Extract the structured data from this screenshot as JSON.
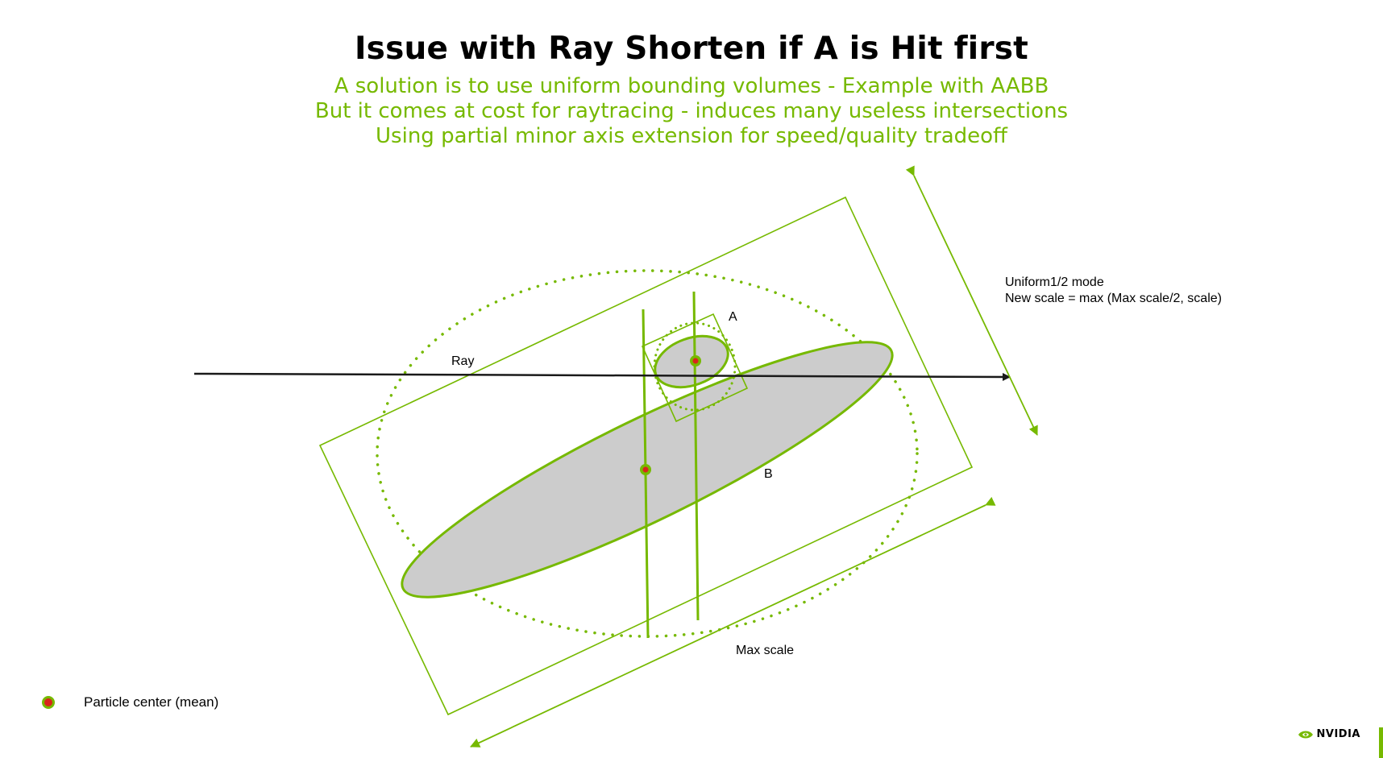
{
  "slide": {
    "title": "Issue with Ray Shorten if A is Hit first",
    "subtitles": [
      "A solution is to use uniform bounding volumes - Example with AABB",
      "But it comes at cost for raytracing - induces many useless intersections",
      "Using partial minor axis extension for speed/quality tradeoff"
    ]
  },
  "diagram": {
    "labels": {
      "ray": "Ray",
      "a": "A",
      "b": "B",
      "max_scale": "Max scale",
      "mode_title": "Uniform1/2 mode",
      "mode_formula": "New scale = max (Max scale/2, scale)"
    }
  },
  "legend": {
    "label": "Particle center (mean)"
  },
  "brand": {
    "name": "NVIDIA"
  },
  "colors": {
    "accent": "#76b900",
    "particle_center": "#d9251c",
    "ellipse_fill": "#cccccc",
    "ray": "#1a1a1a"
  },
  "icons": {
    "legend_marker": "particle-center-dot",
    "logo": "nvidia-eye-icon"
  }
}
